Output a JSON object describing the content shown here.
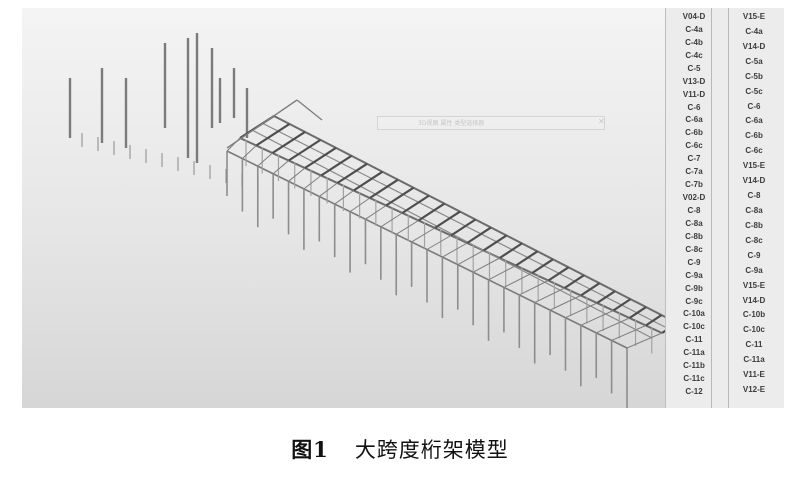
{
  "caption": {
    "figure_number": "图1",
    "title": "大跨度桁架模型"
  },
  "gridline_panel": {
    "left_labels": [
      "V04-D",
      "C-4a",
      "C-4b",
      "C-4c",
      "C-5",
      "V13-D",
      "V11-D",
      "C-6",
      "C-6a",
      "C-6b",
      "C-6c",
      "C-7",
      "C-7a",
      "C-7b",
      "V02-D",
      "C-8",
      "C-8a",
      "C-8b",
      "C-8c",
      "C-9",
      "C-9a",
      "C-9b",
      "C-9c",
      "C-10a",
      "C-10c",
      "C-11",
      "C-11a",
      "C-11b",
      "C-11c",
      "C-12"
    ],
    "right_labels": [
      "V15-E",
      "C-4a",
      "V14-D",
      "C-5a",
      "C-5b",
      "C-5c",
      "C-6",
      "C-6a",
      "C-6b",
      "C-6c",
      "V15-E",
      "V14-D",
      "C-8",
      "C-8a",
      "C-8b",
      "C-8c",
      "C-9",
      "C-9a",
      "V15-E",
      "V14-D",
      "C-10b",
      "C-10c",
      "C-11",
      "C-11a",
      "V11-E",
      "V12-E"
    ]
  },
  "ghost_toolbar": {
    "text": "3D视图  属性  类型选择器"
  }
}
